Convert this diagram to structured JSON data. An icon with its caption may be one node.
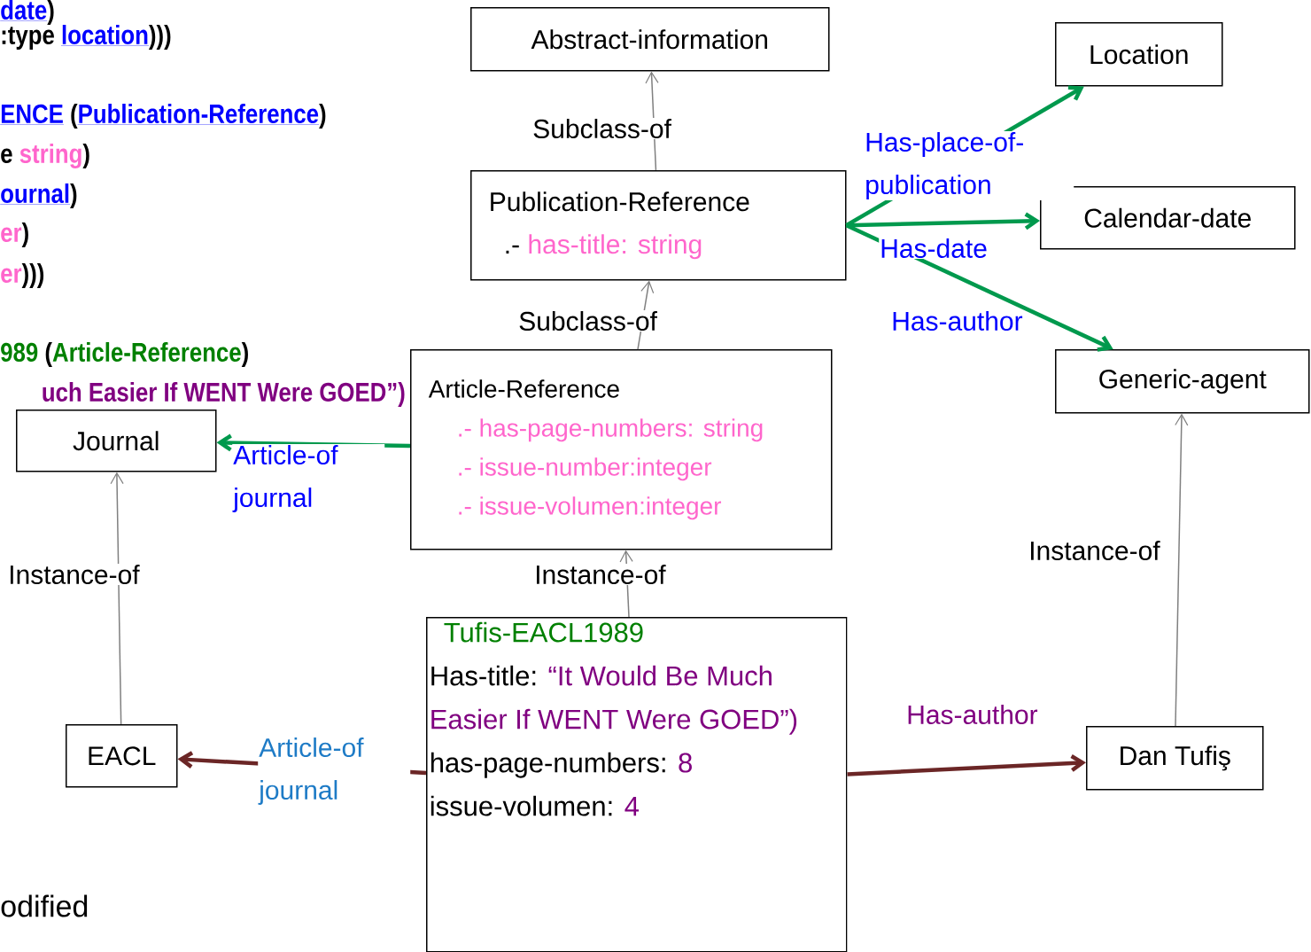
{
  "diagram": {
    "nodes": [
      {
        "text": [
          "Abstract-information"
        ]
      },
      {
        "text": [
          "Publication-Reference",
          ".-",
          "has-title: string"
        ]
      },
      {
        "text": [
          "Location"
        ]
      },
      {
        "text": [
          "Calendar-date"
        ]
      },
      {
        "text": [
          "Generic-agent"
        ]
      },
      {
        "text": [
          "Article-Reference",
          ".- has-page-numbers: string",
          ".- issue-number:integer",
          ".- issue-volumen:integer"
        ]
      },
      {
        "text": [
          "Journal"
        ]
      },
      {
        "text": [
          "EACL"
        ]
      },
      {
        "text": [
          "Tufis-EACL1989",
          "Has-title:",
          "“It Would Be Much Easier If WENT Were GOED”)",
          "has-page-numbers:",
          "8",
          "issue-volumen:",
          "4"
        ]
      },
      {
        "text": [
          "Dan Tufiş"
        ]
      }
    ],
    "edges": [
      {
        "from": 1,
        "to": 0,
        "arrow": "to",
        "label": "Subclass-of"
      },
      {
        "from": 5,
        "to": 1,
        "arrow": "to",
        "label": "Subclass-of"
      },
      {
        "from": 8,
        "to": 5,
        "arrow": "to",
        "label": "Instance-of"
      },
      {
        "from": 7,
        "to": 6,
        "arrow": "to",
        "label": "Instance-of"
      },
      {
        "from": 9,
        "to": 4,
        "arrow": "to",
        "label": "Instance-of"
      },
      {
        "from": 1,
        "to": 2,
        "arrow": "to",
        "label": "Has-place-of-publication",
        "color": "#00994d"
      },
      {
        "from": 1,
        "to": 3,
        "arrow": "to",
        "label": "Has-date",
        "color": "#00994d"
      },
      {
        "from": 1,
        "to": 4,
        "arrow": "to",
        "label": "Has-author",
        "color": "#00994d"
      },
      {
        "from": 5,
        "to": 6,
        "arrow": "to",
        "label": "Article-of journal",
        "color": "#00994d"
      },
      {
        "from": 8,
        "to": 7,
        "arrow": "to",
        "label": "Article-of journal",
        "color": "#6b2626"
      },
      {
        "from": 8,
        "to": 9,
        "arrow": "to",
        "label": "Has-author",
        "color": "#6b2626"
      }
    ],
    "labels": [
      "date",
      ")",
      ":type",
      "location",
      ")))",
      "ENCE",
      "(",
      "Publication-Reference",
      ")",
      "e",
      "string",
      ")",
      "ournal",
      ")",
      "er",
      ")",
      "er",
      ")))",
      "989",
      "(",
      "Article-Reference",
      ")",
      "uch Easier If WENT Were GOED”)",
      "odified"
    ]
  }
}
